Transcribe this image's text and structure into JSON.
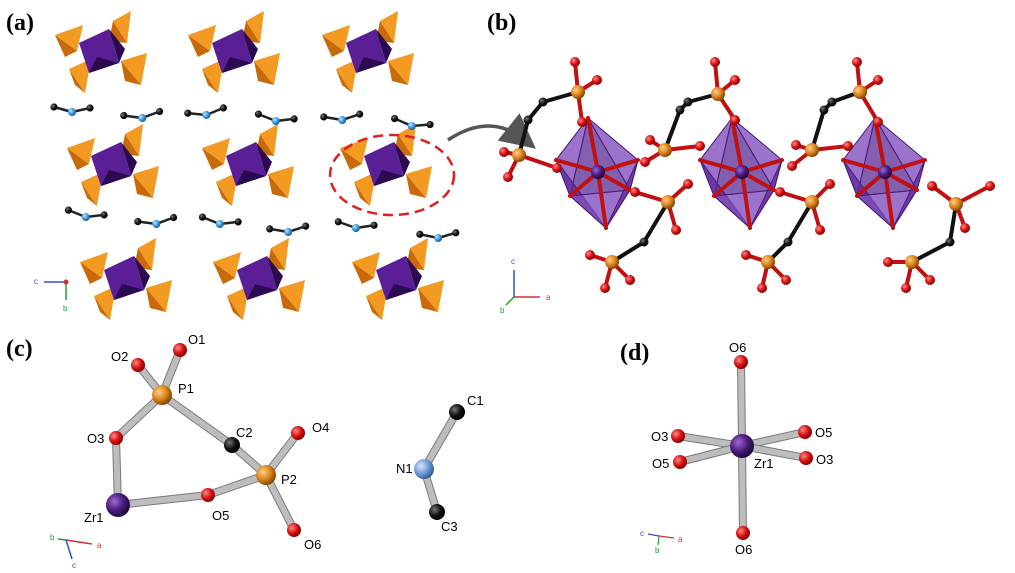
{
  "panels": {
    "a": {
      "label": "(a)"
    },
    "b": {
      "label": "(b)"
    },
    "c": {
      "label": "(c)",
      "atoms": {
        "O1": "O1",
        "O2": "O2",
        "P1": "P1",
        "O3": "O3",
        "C2": "C2",
        "O4": "O4",
        "P2": "P2",
        "Zr1": "Zr1",
        "O5": "O5",
        "O6": "O6",
        "C1": "C1",
        "N1": "N1",
        "C3": "C3"
      }
    },
    "d": {
      "label": "(d)",
      "atoms": {
        "O6_top": "O6",
        "O3_left": "O3",
        "O5_right": "O5",
        "O5_left": "O5",
        "Zr1": "Zr1",
        "O3_right": "O3",
        "O6_bottom": "O6"
      }
    }
  },
  "axes": {
    "a": {
      "x": "c",
      "y": "b"
    },
    "b": {
      "x": "a",
      "y": "c",
      "z": "b"
    },
    "c": {
      "x": "a",
      "y": "c",
      "z": "b"
    },
    "d": {
      "x": "a",
      "y": "c",
      "z": "b"
    }
  },
  "colors": {
    "zirconium": "#4a1a7a",
    "zr_polyhedron": "#6a2aa6",
    "phosphorus": "#e08a1e",
    "po4_polyhedron": "#f08c1a",
    "oxygen": "#d81010",
    "carbon": "#111111",
    "nitrogen": "#6f9cd6",
    "bond": "#bdbdbd",
    "highlight": "#e02020"
  }
}
